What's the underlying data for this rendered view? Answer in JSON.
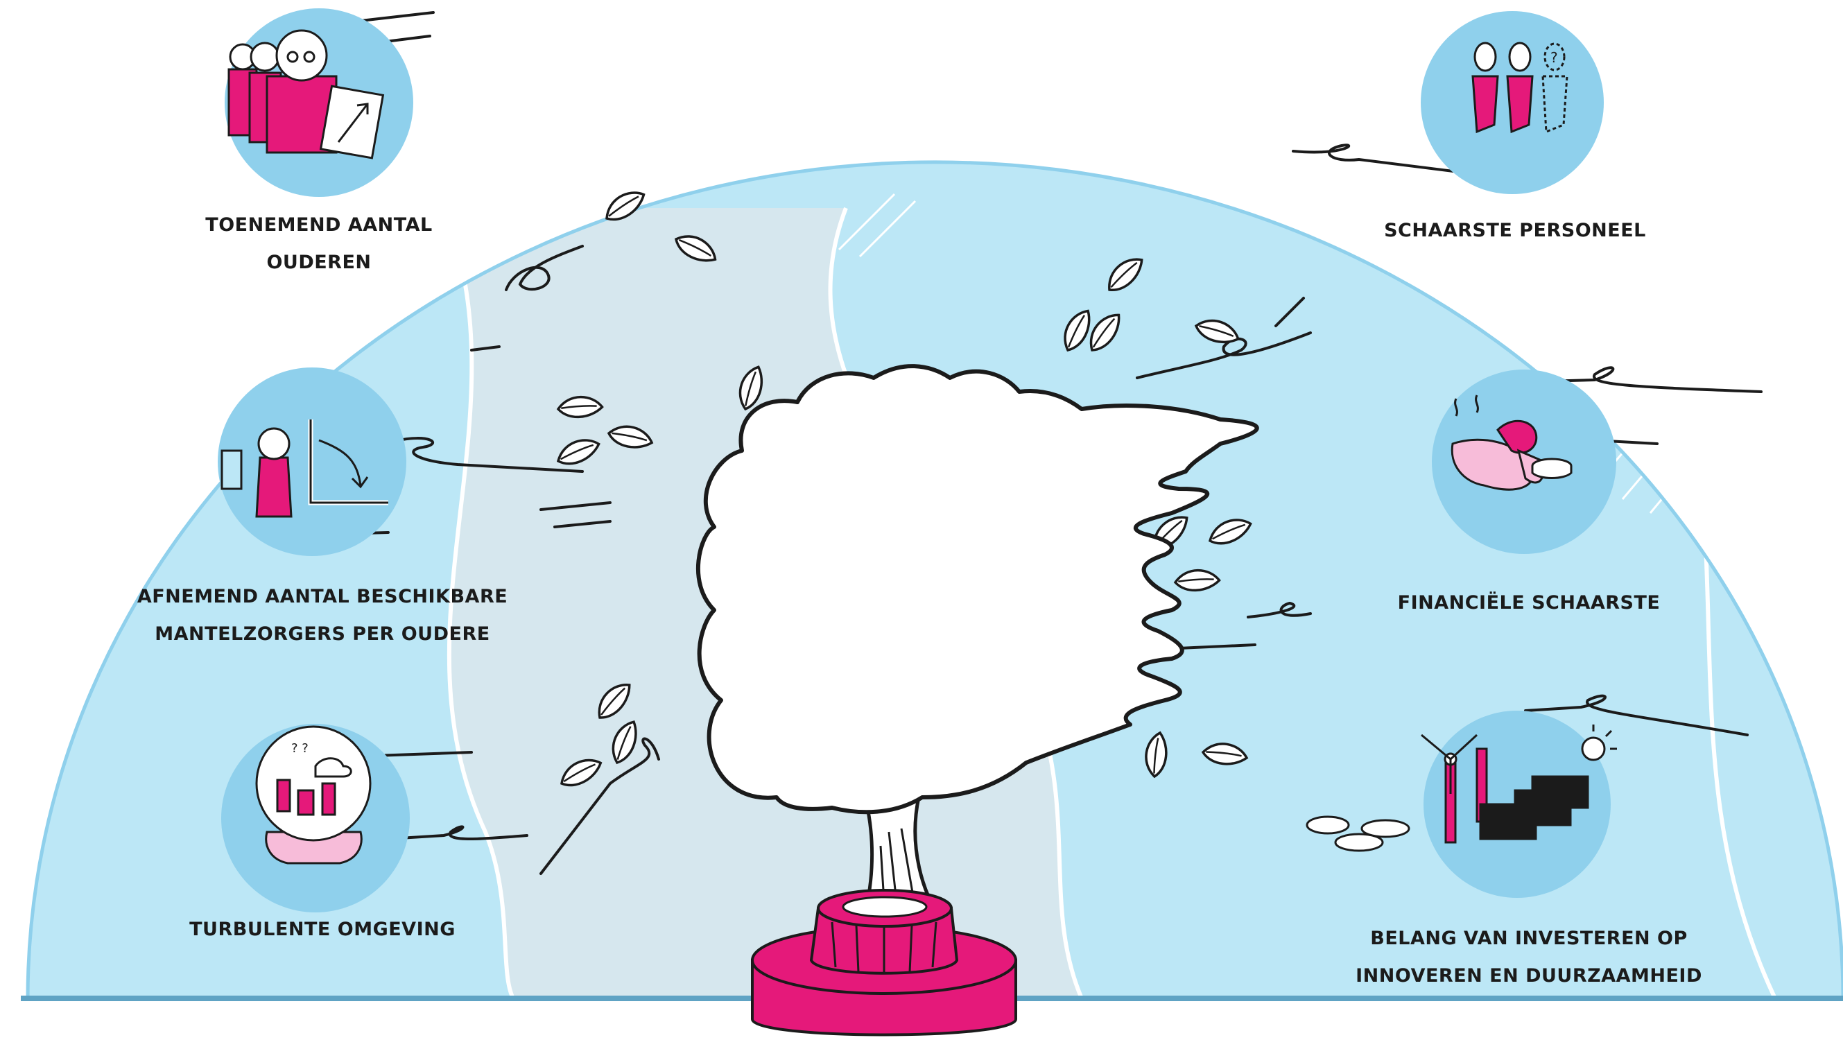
{
  "colors": {
    "sky": "#bce7f6",
    "sky_shade": "#d6e7ee",
    "circle": "#8fd0ec",
    "accent": "#e5197a",
    "outline": "#1b1b1b",
    "ground": "#5fa3c4"
  },
  "factors": [
    {
      "id": "ouderen",
      "icon": "elderly-people-chart-icon",
      "lines": [
        "TOENEMEND AANTAL",
        "OUDEREN"
      ]
    },
    {
      "id": "personeel",
      "icon": "staff-figures-icon",
      "lines": [
        "SCHAARSTE PERSONEEL"
      ]
    },
    {
      "id": "mantelzorgers",
      "icon": "caregiver-declining-chart-icon",
      "lines": [
        "AFNEMEND AANTAL BESCHIKBARE",
        "MANTELZORGERS PER OUDERE"
      ]
    },
    {
      "id": "financieel",
      "icon": "money-bag-icon",
      "lines": [
        "FINANCIËLE  SCHAARSTE"
      ]
    },
    {
      "id": "turbulent",
      "icon": "crystal-ball-icon",
      "lines": [
        "TURBULENTE OMGEVING"
      ]
    },
    {
      "id": "innoveren",
      "icon": "windmill-solar-panel-icon",
      "lines": [
        "BELANG VAN INVESTEREN OP",
        "INNOVEREN EN DUURZAAMHEID"
      ]
    }
  ]
}
